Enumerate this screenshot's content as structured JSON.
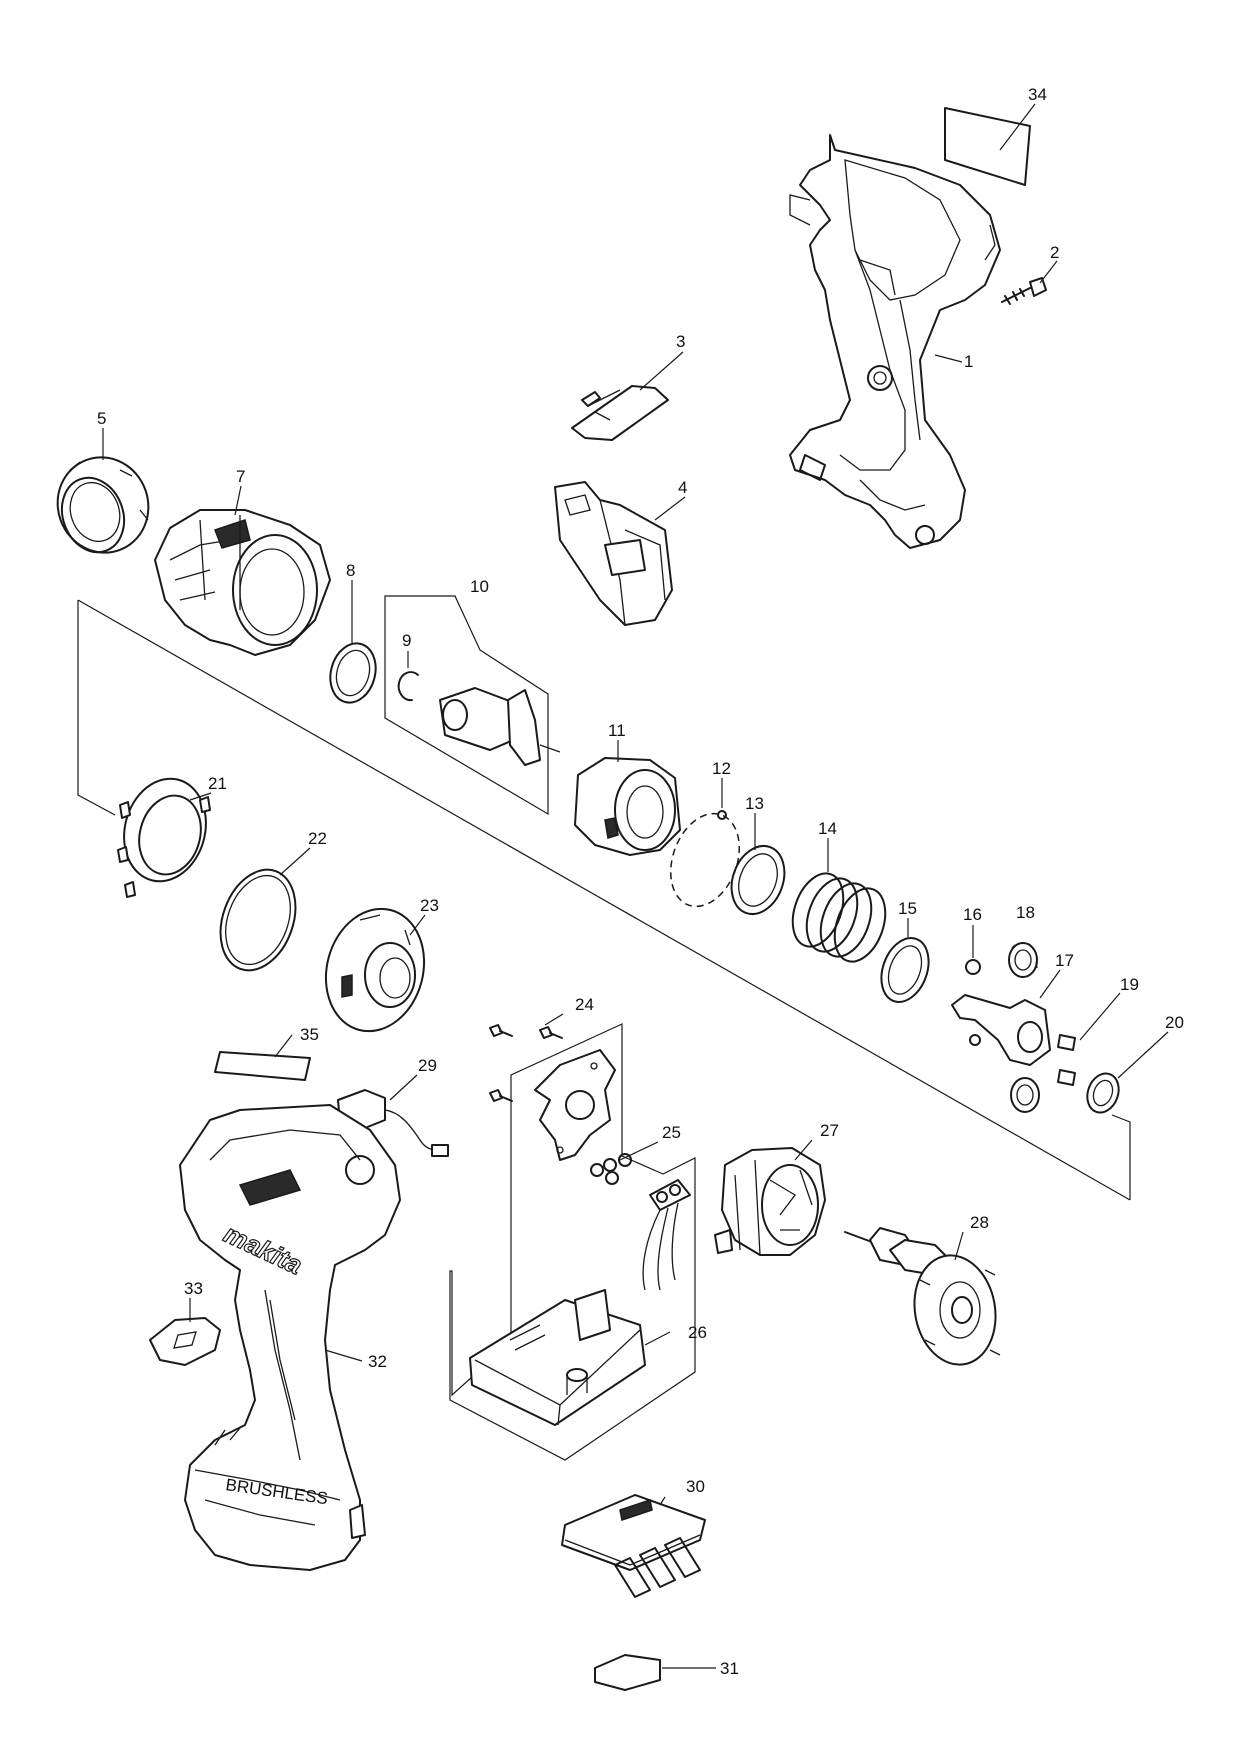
{
  "callouts": [
    {
      "id": "c1",
      "label": "1"
    },
    {
      "id": "c2",
      "label": "2"
    },
    {
      "id": "c3",
      "label": "3"
    },
    {
      "id": "c4",
      "label": "4"
    },
    {
      "id": "c5",
      "label": "5"
    },
    {
      "id": "c7",
      "label": "7"
    },
    {
      "id": "c8",
      "label": "8"
    },
    {
      "id": "c9",
      "label": "9"
    },
    {
      "id": "c10",
      "label": "10"
    },
    {
      "id": "c11",
      "label": "11"
    },
    {
      "id": "c12",
      "label": "12"
    },
    {
      "id": "c13",
      "label": "13"
    },
    {
      "id": "c14",
      "label": "14"
    },
    {
      "id": "c15",
      "label": "15"
    },
    {
      "id": "c16",
      "label": "16"
    },
    {
      "id": "c17",
      "label": "17"
    },
    {
      "id": "c18",
      "label": "18"
    },
    {
      "id": "c19",
      "label": "19"
    },
    {
      "id": "c20",
      "label": "20"
    },
    {
      "id": "c21",
      "label": "21"
    },
    {
      "id": "c22",
      "label": "22"
    },
    {
      "id": "c23",
      "label": "23"
    },
    {
      "id": "c24",
      "label": "24"
    },
    {
      "id": "c25",
      "label": "25"
    },
    {
      "id": "c26",
      "label": "26"
    },
    {
      "id": "c27",
      "label": "27"
    },
    {
      "id": "c28",
      "label": "28"
    },
    {
      "id": "c29",
      "label": "29"
    },
    {
      "id": "c30",
      "label": "30"
    },
    {
      "id": "c31",
      "label": "31"
    },
    {
      "id": "c32",
      "label": "32"
    },
    {
      "id": "c33",
      "label": "33"
    },
    {
      "id": "c34",
      "label": "34"
    },
    {
      "id": "c35",
      "label": "35"
    }
  ],
  "housing_logo": "makita",
  "housing_side_text": "BRUSHLESS",
  "colors": {
    "line": "#1a1a1a",
    "background": "#ffffff"
  }
}
